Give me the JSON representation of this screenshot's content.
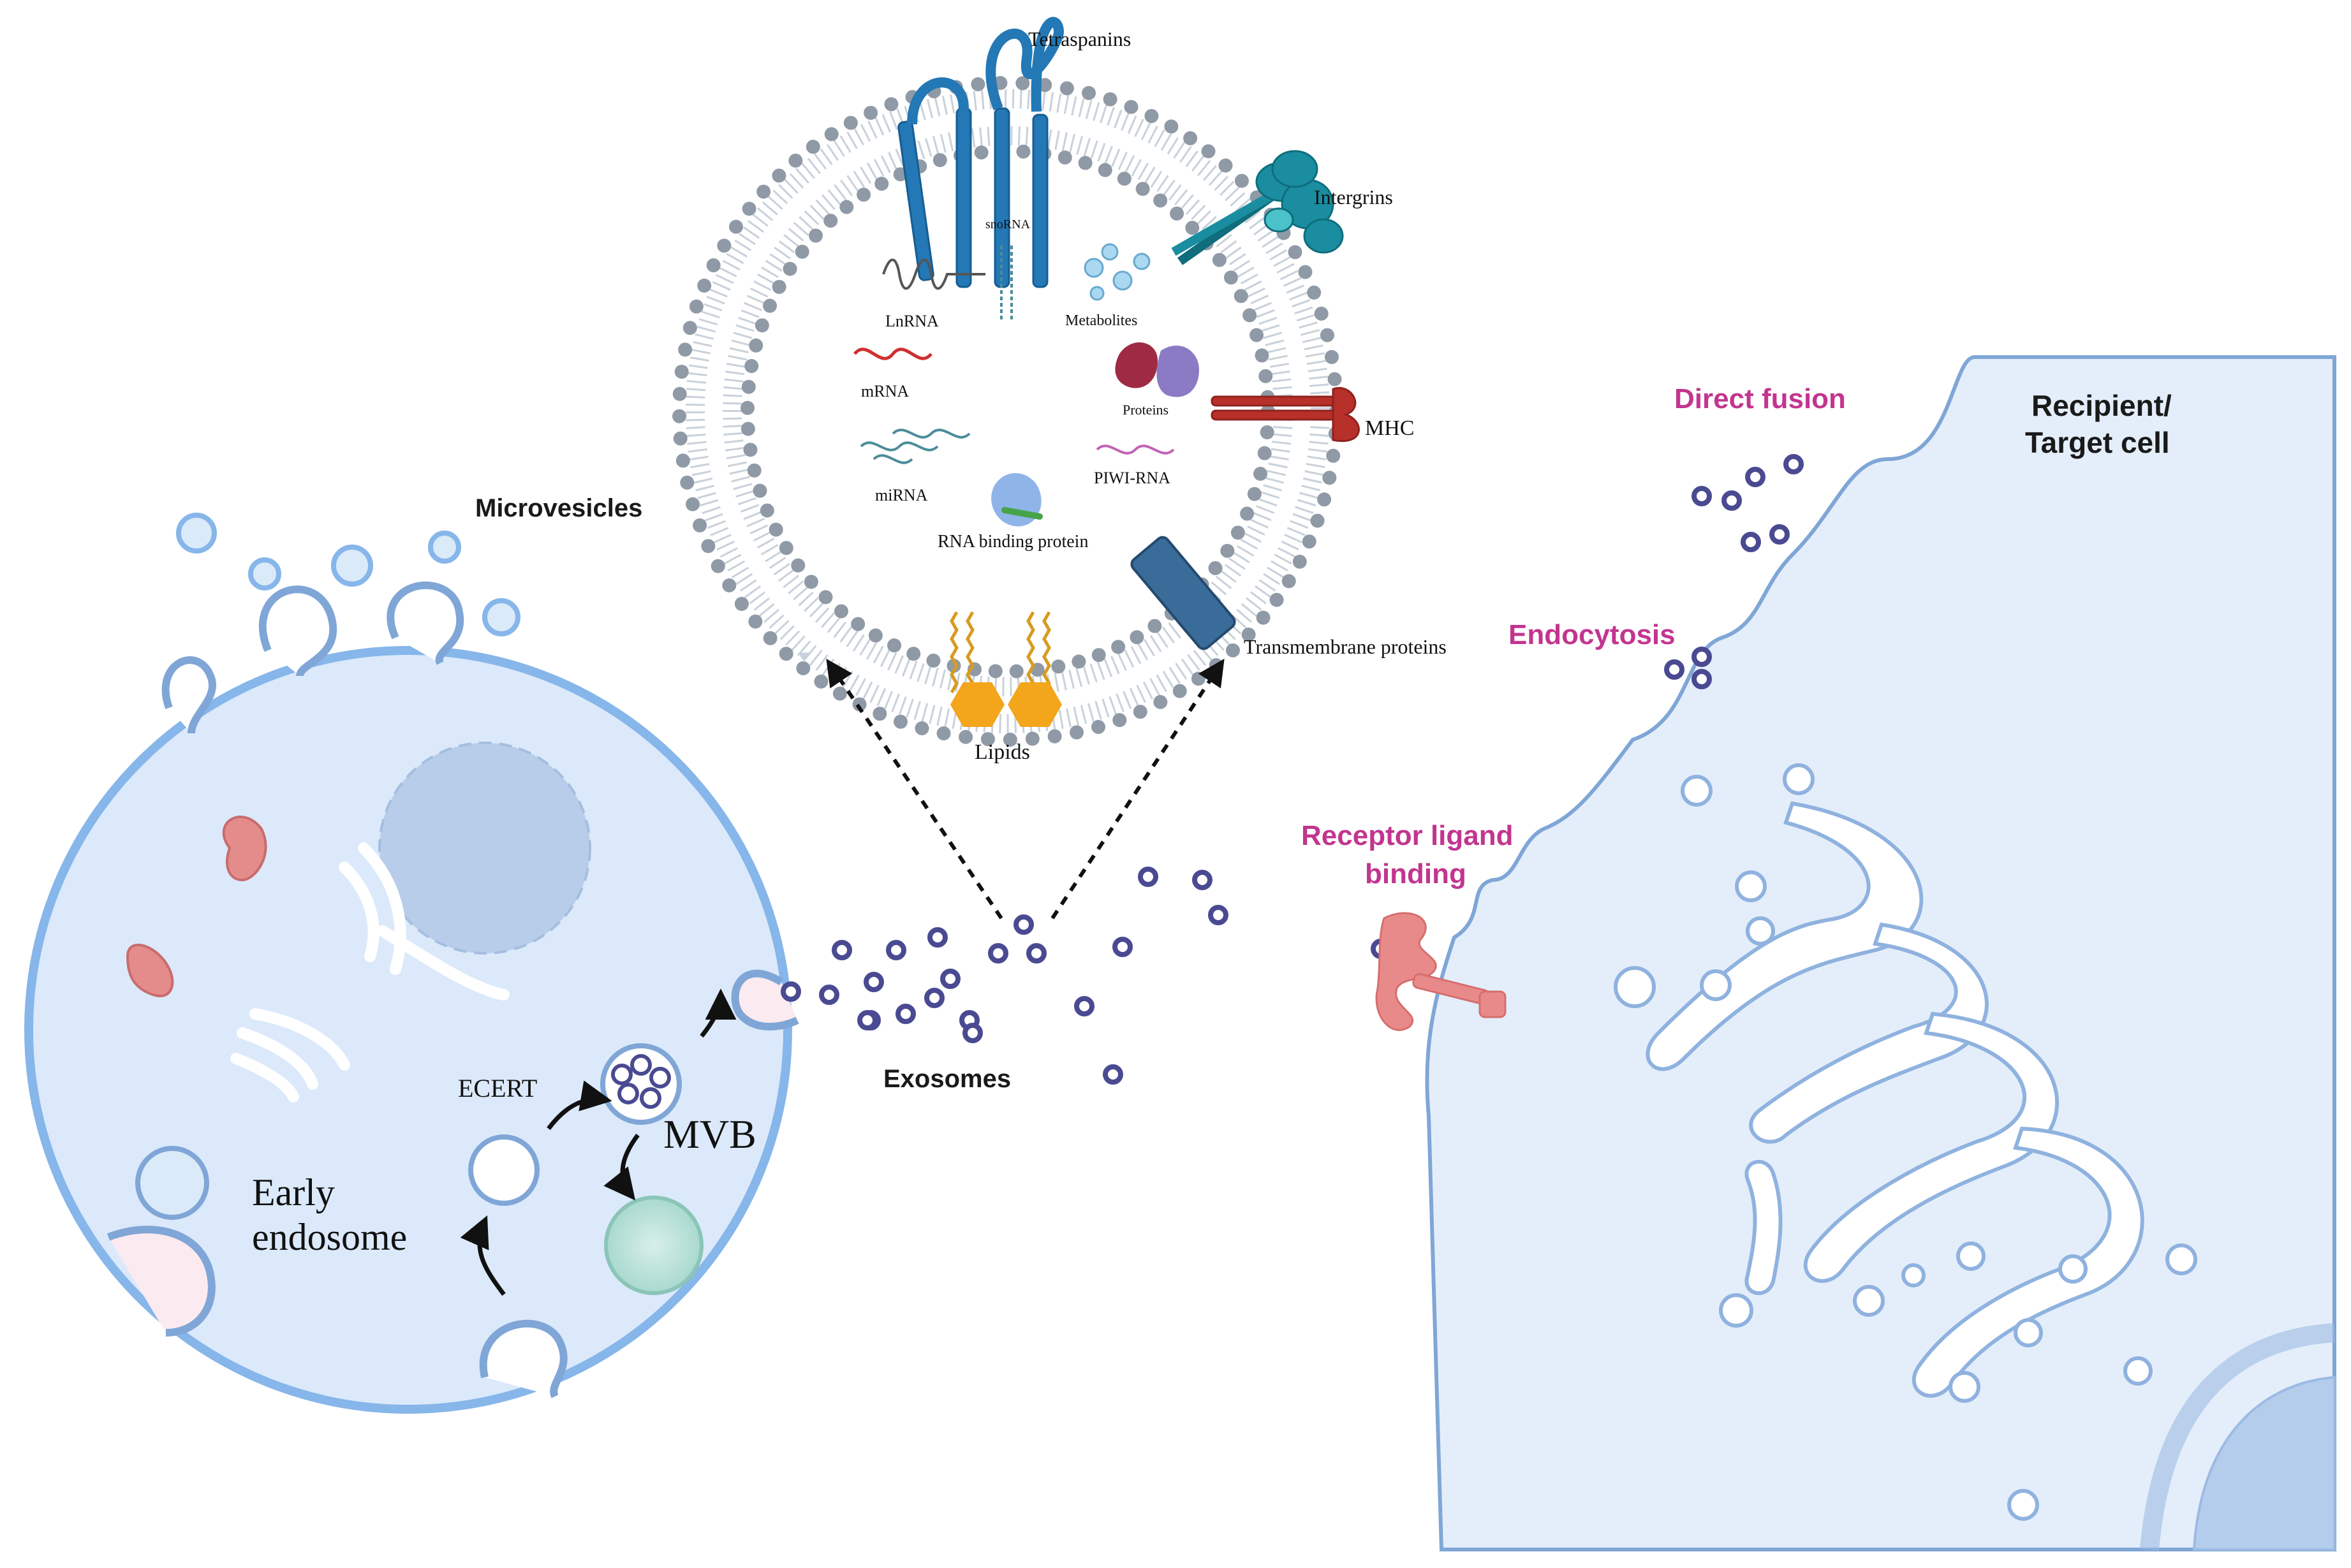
{
  "colors": {
    "membrane_head": "#8f9aa6",
    "cell_fill": "#dbe9fb",
    "cell_border": "#86b6ea",
    "target_fill": "#e4eefa",
    "target_border": "#7fa6d6",
    "exosome": "#4a4a92",
    "highlight": "#c2358f",
    "tetraspanin": "#2378b5",
    "integrin": "#1a8da0",
    "mhc": "#b8302a",
    "lipid": "#f3a51c",
    "receptor": "#e98a8a"
  },
  "exosome_detail": {
    "surface": {
      "tetraspanins": "Tetraspanins",
      "integrins": "Intergrins",
      "mhc": "MHC",
      "transmembrane": "Transmembrane proteins",
      "lipids": "Lipids"
    },
    "cargo": {
      "snorna": "snoRNA",
      "lnrna": "LnRNA",
      "metabolites": "Metabolites",
      "mrna": "mRNA",
      "proteins": "Proteins",
      "mirna": "miRNA",
      "piwi": "PIWI-RNA",
      "rbp": "RNA binding protein"
    }
  },
  "donor_cell": {
    "microvesicles": "Microvesicles",
    "ecert": "ECERT",
    "mvb": "MVB",
    "early_endosome_line1": "Early",
    "early_endosome_line2": "endosome"
  },
  "exosomes_label": "Exosomes",
  "recipient": {
    "title_line1": "Recipient/",
    "title_line2": "Target cell",
    "direct_fusion": "Direct fusion",
    "endocytosis": "Endocytosis",
    "receptor_line1": "Receptor ligand",
    "receptor_line2": "binding"
  }
}
